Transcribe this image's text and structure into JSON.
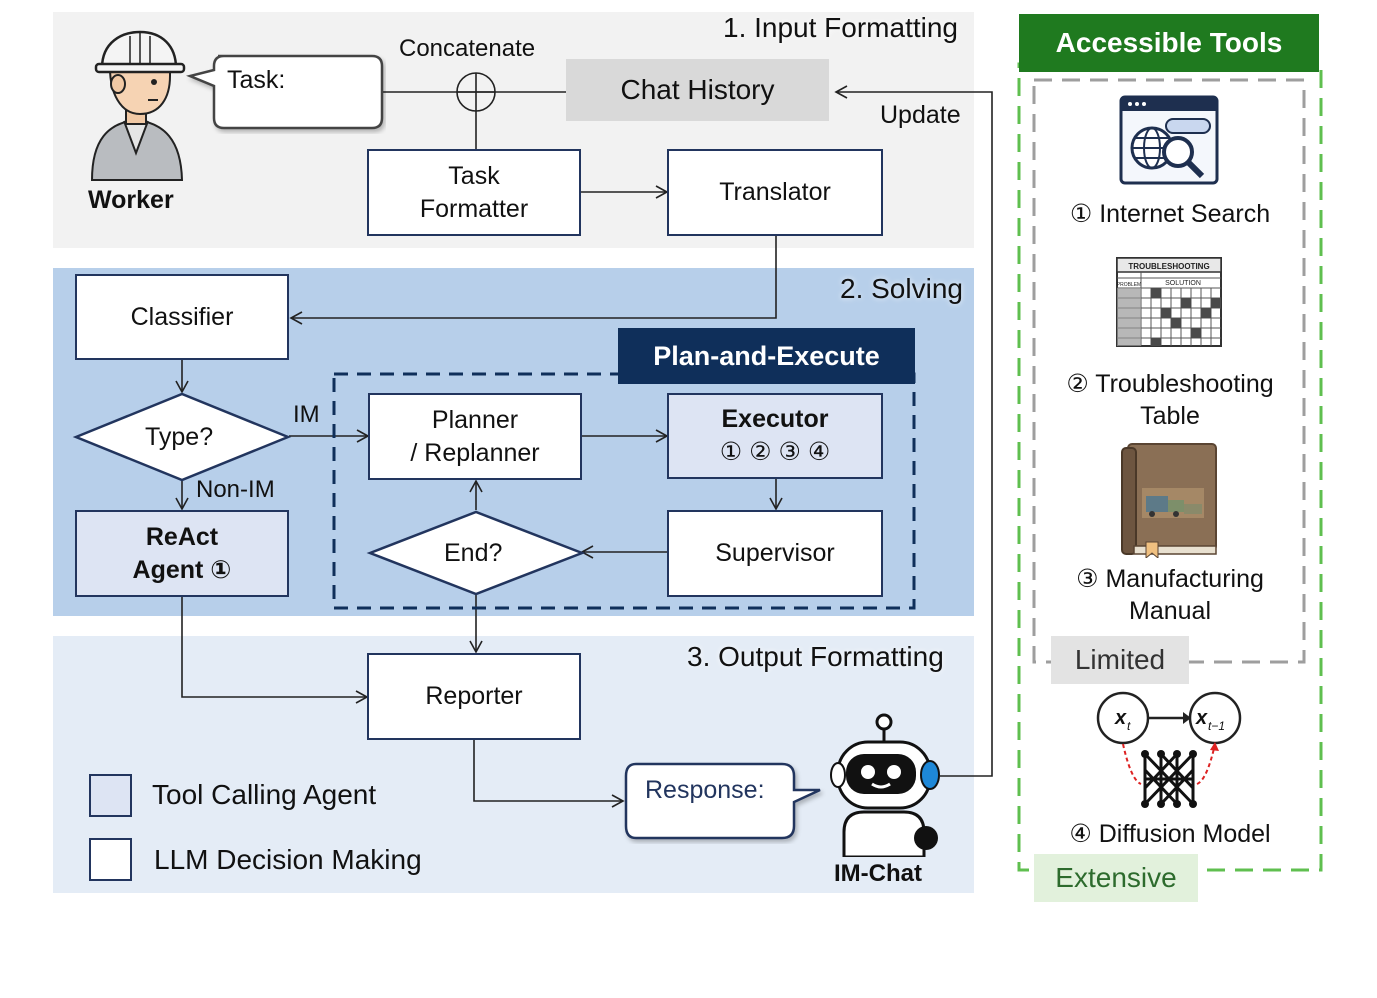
{
  "sections": {
    "input": "1. Input Formatting",
    "solving": "2. Solving",
    "output": "3. Output Formatting"
  },
  "worker": {
    "label": "Worker",
    "bubble": "Task:"
  },
  "concatenate": "Concatenate",
  "chat_history": "Chat History",
  "update": "Update",
  "task_formatter": {
    "line1": "Task",
    "line2": "Formatter"
  },
  "translator": "Translator",
  "classifier": "Classifier",
  "type_decision": "Type?",
  "edge_im": "IM",
  "edge_non_im": "Non-IM",
  "react_agent": {
    "line1": "ReAct",
    "line2": "Agent ①"
  },
  "plan_execute": {
    "title": "Plan-and-Execute",
    "planner": {
      "line1": "Planner",
      "line2": "/ Replanner"
    },
    "executor": {
      "title": "Executor",
      "tools": "① ② ③ ④"
    },
    "supervisor": "Supervisor",
    "end_decision": "End?"
  },
  "reporter": "Reporter",
  "response_bubble": "Response:",
  "im_chat": "IM-Chat",
  "legend": {
    "tool_calling": "Tool Calling Agent",
    "llm_decision": "LLM Decision Making"
  },
  "tools": {
    "title": "Accessible Tools",
    "internet_search": "① Internet Search",
    "troubleshooting": {
      "line1": "② Troubleshooting",
      "line2": "Table"
    },
    "table_header": "TROUBLESHOOTING",
    "table_col1": "PROBLEM",
    "table_col2": "SOLUTION",
    "manual": {
      "line1": "③ Manufacturing",
      "line2": "Manual"
    },
    "limited": "Limited",
    "diffusion": "④ Diffusion Model",
    "extensive": "Extensive",
    "xt": "x",
    "xt_sub": "t",
    "xt1_sub": "t−1"
  },
  "colors": {
    "navy": "#22355e",
    "input_bg": "#f2f2f2",
    "solving_bg": "#b7cfea",
    "output_bg": "#e4ecf6",
    "plan_title_bg": "#0f2f5a",
    "tools_title_bg": "#1f7a1f",
    "green_dash": "#5fbf4f",
    "tool_box": "#dde4f3"
  }
}
